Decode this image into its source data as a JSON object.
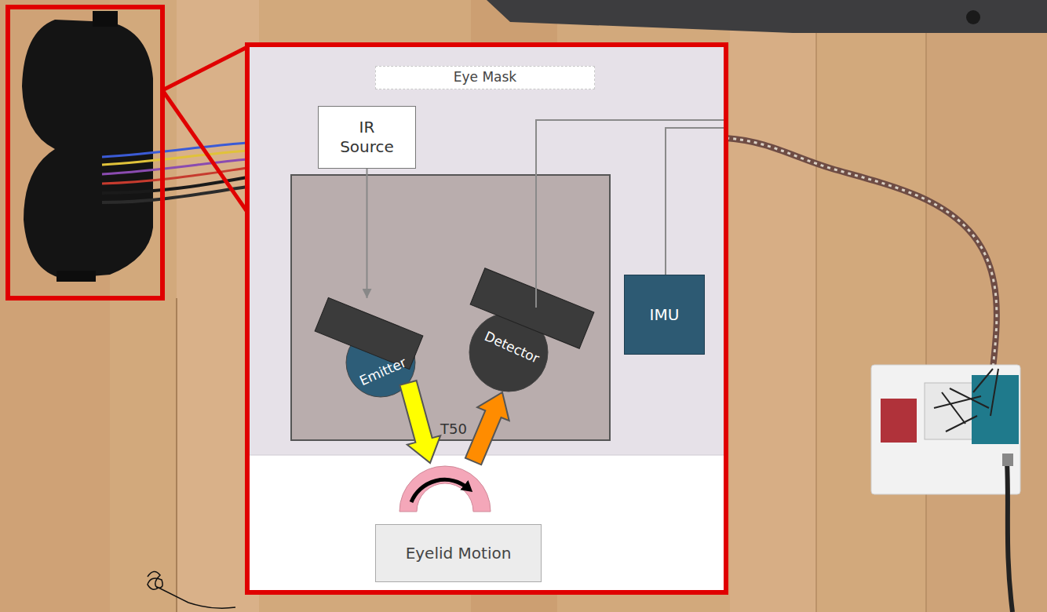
{
  "diagram": {
    "nodes": [
      {
        "text": [
          "Eye Mask"
        ]
      },
      {
        "text": [
          "IR Source"
        ]
      },
      {
        "text": [
          "T50"
        ]
      },
      {
        "text": [
          "Emitter"
        ],
        "in": 2
      },
      {
        "text": [
          "Detector"
        ],
        "in": 2
      },
      {
        "text": [
          "IMU"
        ]
      },
      {
        "text": [
          "Eyelid Motion"
        ]
      }
    ],
    "edges": [
      {
        "from": 1,
        "to": 3,
        "arrow": "to"
      }
    ]
  }
}
